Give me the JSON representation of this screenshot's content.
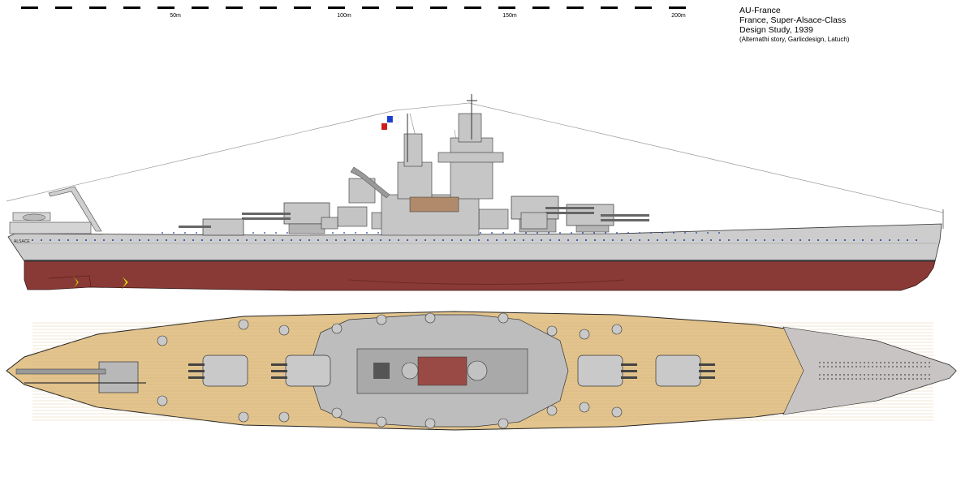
{
  "scale_bar": {
    "ticks": [
      "50m",
      "100m",
      "150m",
      "200m"
    ]
  },
  "title": {
    "line1": "AU-France",
    "line2": "France, Super-Alsace-Class",
    "line3": "Design Study, 1939",
    "credits": "(Alternathi story, Garlicdesign, Latuch)"
  },
  "hull_name": "ALSACE",
  "colors": {
    "hull_grey": "#c9c9c9",
    "hull_red": "#8a3a36",
    "deck_wood": "#e3c48d",
    "superstructure_grey": "#bdbdbd",
    "flag_blue": "#1a3fd0",
    "flag_red": "#d01c1c"
  }
}
